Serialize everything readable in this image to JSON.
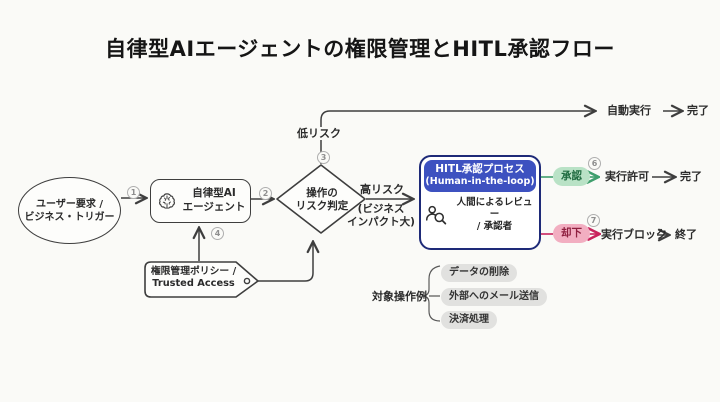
{
  "title": "自律型AIエージェントの権限管理とHITL承認フロー",
  "colors": {
    "background": "#FAFAF7",
    "line": "#3E3E3E",
    "hitl_header_bg": "#3D51C0",
    "hitl_border": "#1E2A78",
    "approve_line": "#3F9E6D",
    "approve_pill_bg": "#B9E2C6",
    "approve_text": "#1F6B40",
    "reject_line": "#C9245D",
    "reject_pill_bg": "#F2AEC1",
    "reject_text": "#8F2040",
    "example_pill_bg": "#E1E1DF"
  },
  "nodes": {
    "trigger": {
      "line1": "ユーザー要求 /",
      "line2": "ビジネス・トリガー"
    },
    "agent": {
      "icon": "brain-icon",
      "line1": "自律型AI",
      "line2": "エージェント"
    },
    "risk_decision": {
      "line1": "操作の",
      "line2": "リスク判定"
    },
    "policy": {
      "line1": "権限管理ポリシー /",
      "line2": "Trusted Access"
    },
    "hitl": {
      "header_line1": "HITL承認プロセス",
      "header_line2": "(Human-in-the-loop)",
      "icon": "person-magnifier-icon",
      "body_line1": "人間によるレビュー",
      "body_line2": "/ 承認者"
    }
  },
  "edges": {
    "low_risk": "低リスク",
    "high_risk": "高リスク",
    "high_risk_note_line1": "(ビジネス",
    "high_risk_note_line2": "インパクト大)",
    "auto_exec": "自動実行",
    "auto_exec_result": "完了",
    "approve": "承認",
    "approve_action": "実行許可",
    "approve_result": "完了",
    "reject": "却下",
    "reject_action": "実行ブロック",
    "reject_result": "終了"
  },
  "steps": {
    "s1": "1",
    "s2": "2",
    "s3": "3",
    "s4": "4",
    "s6": "6",
    "s7": "7"
  },
  "examples": {
    "label": "対象操作例",
    "items": [
      "データの削除",
      "外部へのメール送信",
      "決済処理"
    ]
  }
}
